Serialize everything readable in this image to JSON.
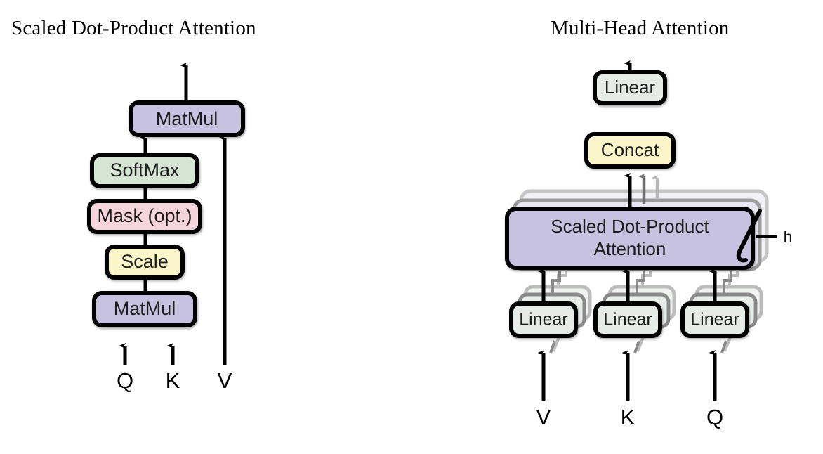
{
  "figure": {
    "background": "#ffffff",
    "panels": [
      {
        "id": "scaled-dot-product-attention",
        "title": "Scaled Dot-Product Attention",
        "nodes": [
          {
            "id": "l-matmul-top",
            "label": "MatMul",
            "color": "#c7c2e0"
          },
          {
            "id": "l-softmax",
            "label": "SoftMax",
            "color": "#d5e5d3"
          },
          {
            "id": "l-mask",
            "label": "Mask (opt.)",
            "color": "#f6d4de"
          },
          {
            "id": "l-scale",
            "label": "Scale",
            "color": "#fbf6c9"
          },
          {
            "id": "l-matmul-bot",
            "label": "MatMul",
            "color": "#c7c2e0"
          }
        ],
        "inputs": [
          {
            "id": "l-input-q",
            "label": "Q"
          },
          {
            "id": "l-input-k",
            "label": "K"
          },
          {
            "id": "l-input-v",
            "label": "V"
          }
        ]
      },
      {
        "id": "multi-head-attention",
        "title": "Multi-Head Attention",
        "nodes": [
          {
            "id": "r-linear-top",
            "label": "Linear",
            "color": "#e6ebe7"
          },
          {
            "id": "r-concat",
            "label": "Concat",
            "color": "#fbf6c9"
          },
          {
            "id": "r-sdpa",
            "label_line1": "Scaled Dot-Product",
            "label_line2": "Attention",
            "color": "#c7c2e0"
          },
          {
            "id": "r-linear-v",
            "label": "Linear",
            "color": "#e6ebe7"
          },
          {
            "id": "r-linear-k",
            "label": "Linear",
            "color": "#e6ebe7"
          },
          {
            "id": "r-linear-q",
            "label": "Linear",
            "color": "#e6ebe7"
          }
        ],
        "annotation": {
          "id": "heads-count",
          "label": "h"
        },
        "inputs": [
          {
            "id": "r-input-v",
            "label": "V"
          },
          {
            "id": "r-input-k",
            "label": "K"
          },
          {
            "id": "r-input-q",
            "label": "Q"
          }
        ]
      }
    ],
    "palette": {
      "purple": "#c7c2e0",
      "green": "#d5e5d3",
      "pink": "#f6d4de",
      "yellow": "#fbf6c9",
      "grey": "#e6ebe7",
      "stroke": "#000000",
      "ghost_dark": "#8a8a8a",
      "ghost_light": "#bdbdbd",
      "text": "#1d1d1d"
    }
  }
}
